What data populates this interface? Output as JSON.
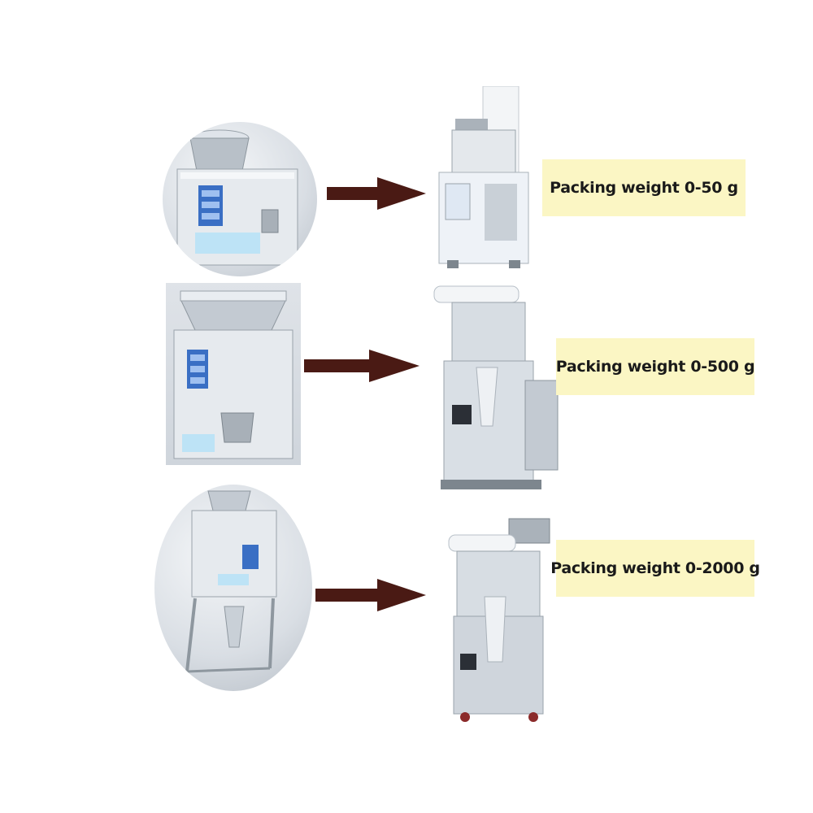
{
  "rows": [
    {
      "label": "Packing weight 0-50 g"
    },
    {
      "label": "Packing weight 0-500 g"
    },
    {
      "label": "Packing weight 0-2000 g"
    }
  ],
  "colors": {
    "arrow": "#4a1a14",
    "label_bg": "#fbf6c4",
    "steel_light": "#eef1f4",
    "steel_mid": "#c9d0d7",
    "steel_dark": "#8e979f",
    "panel_blue": "#3a6fc4"
  }
}
